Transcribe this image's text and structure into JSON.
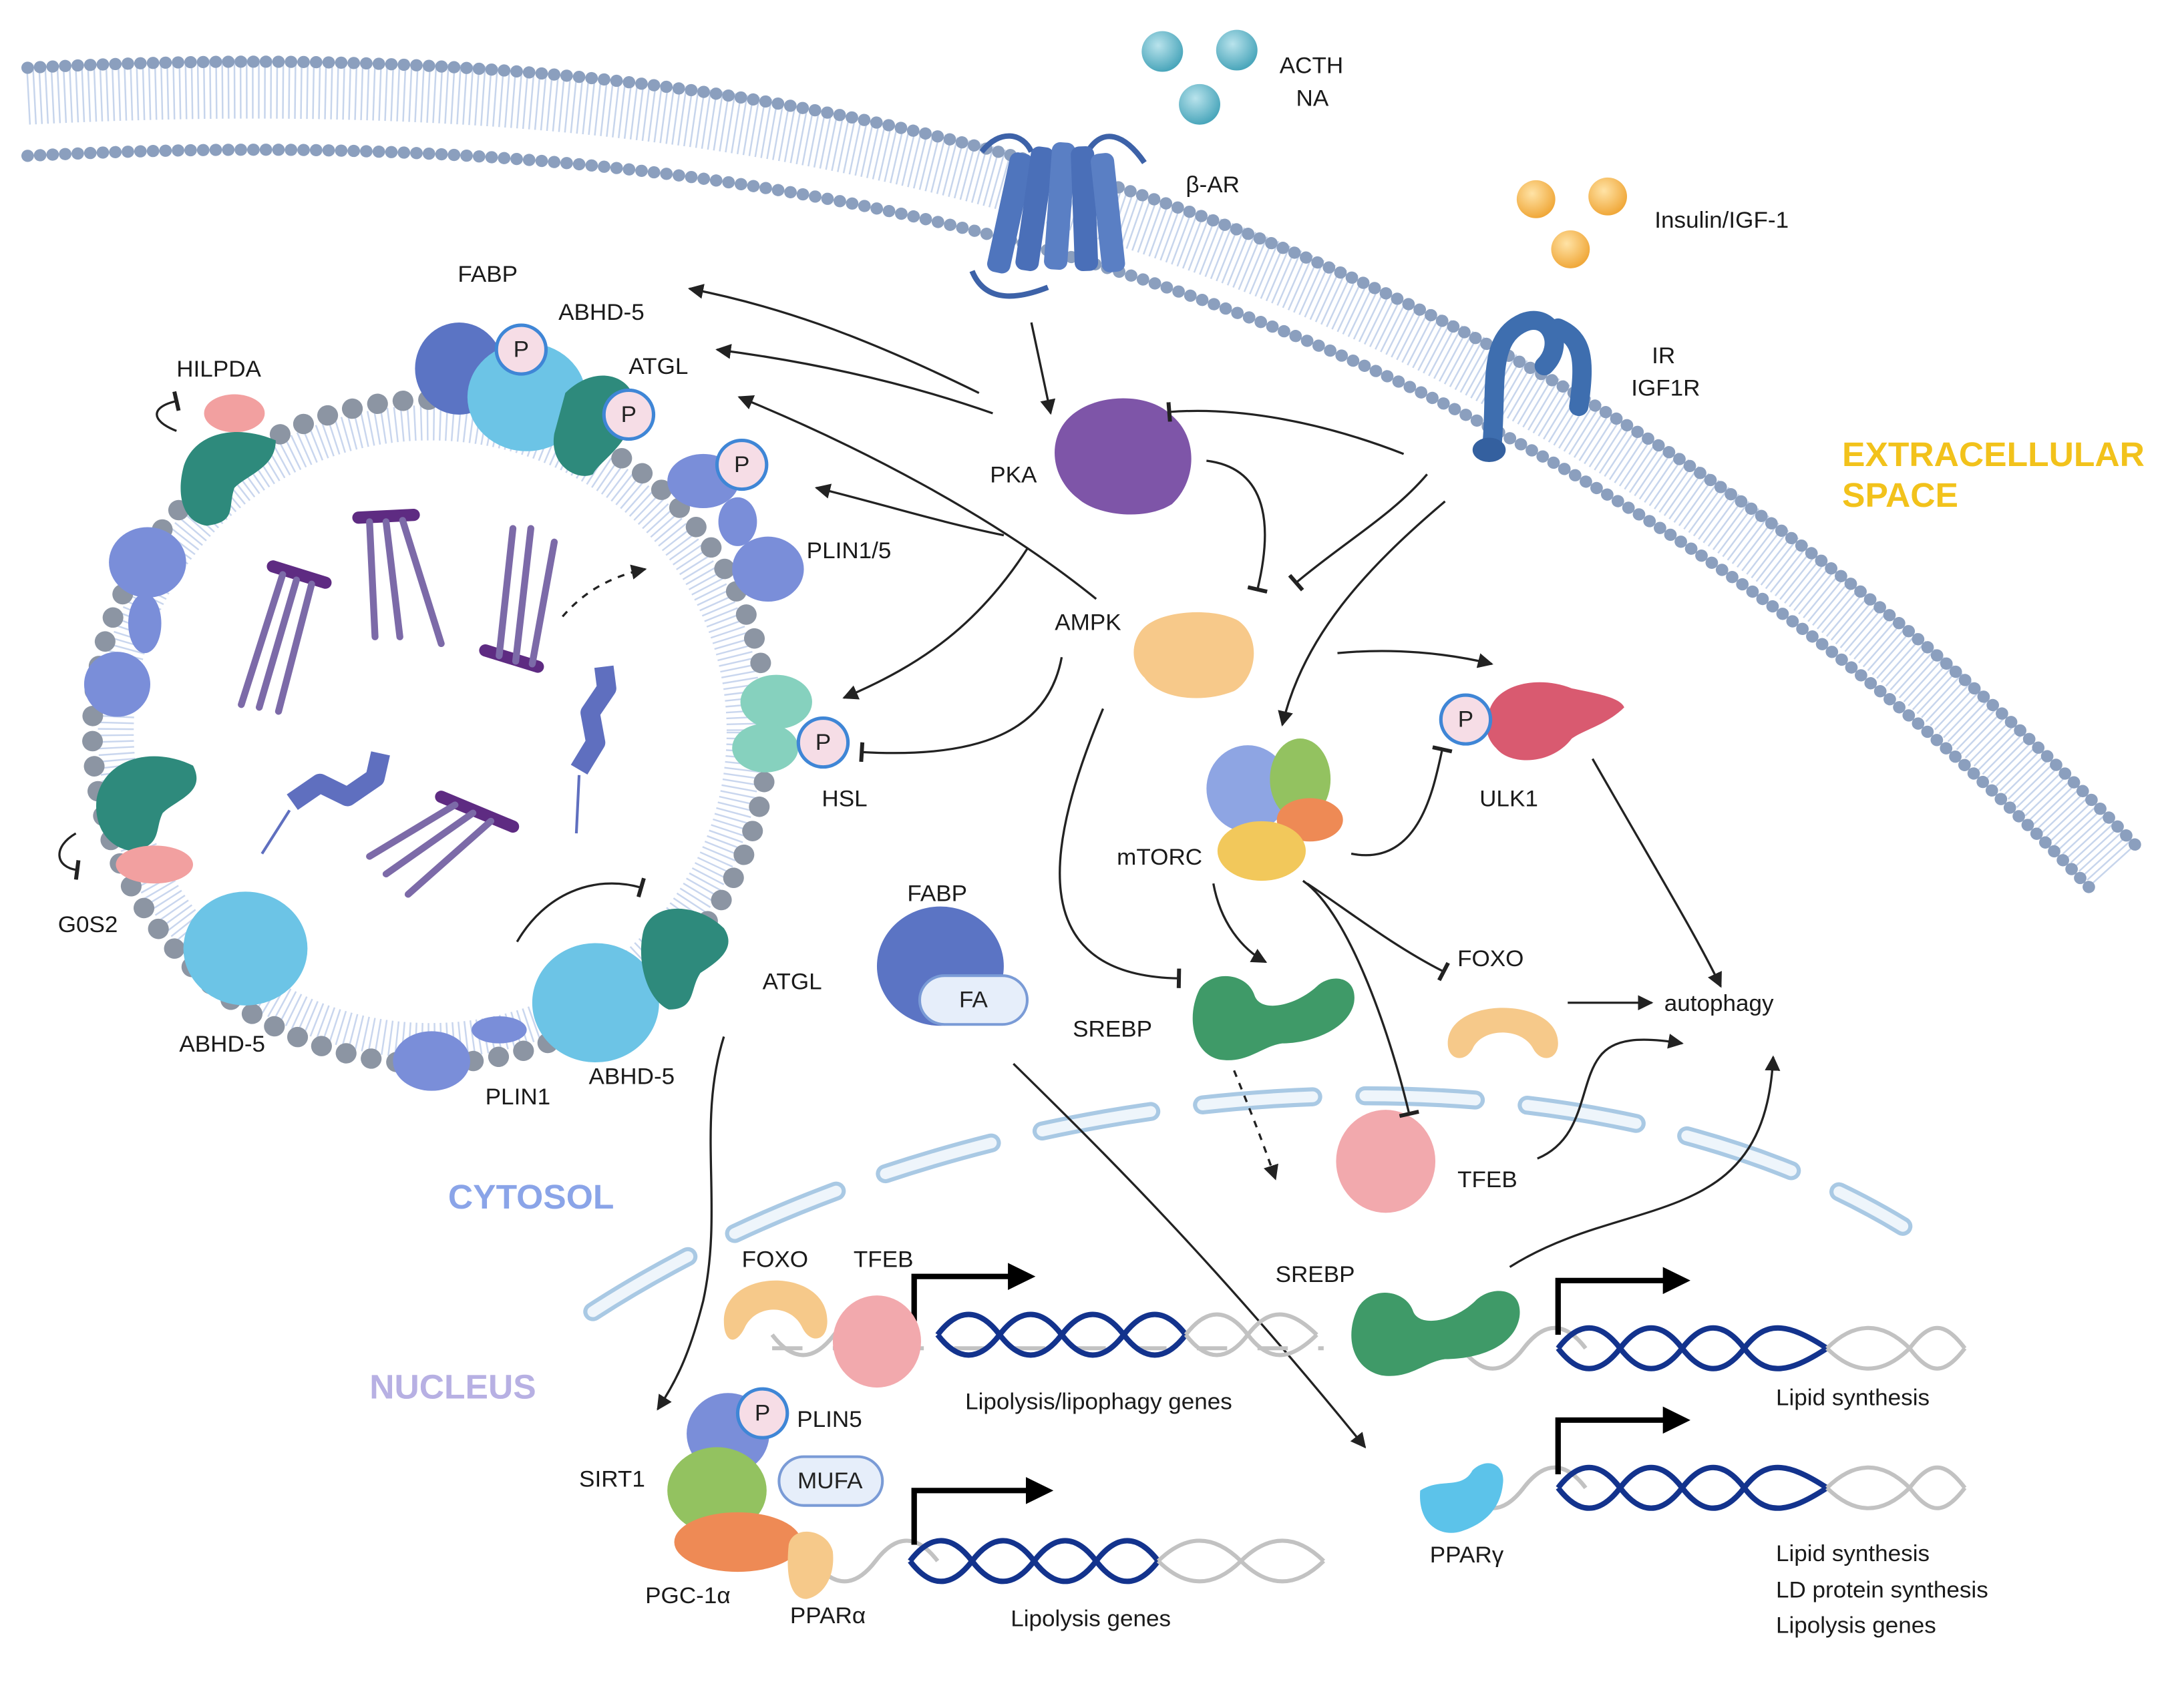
{
  "regions": {
    "extracellular_line1": "EXTRACELLULAR",
    "extracellular_line2": "SPACE",
    "cytosol": "CYTOSOL",
    "nucleus": "NUCLEUS"
  },
  "ligands": {
    "acth": "ACTH",
    "na": "NA",
    "insulin": "Insulin/IGF-1"
  },
  "receptors": {
    "beta_ar": "β-AR",
    "ir": "IR",
    "igf1r": "IGF1R"
  },
  "droplet": {
    "fabp": "FABP",
    "abhd5_top": "ABHD-5",
    "atgl_top": "ATGL",
    "hilpda": "HILPDA",
    "plin15": "PLIN1/5",
    "hsl": "HSL",
    "g0s2": "G0S2",
    "abhd5_left": "ABHD-5",
    "plin1": "PLIN1",
    "abhd5_bottom": "ABHD-5",
    "atgl_bottom": "ATGL"
  },
  "kinases": {
    "pka": "PKA",
    "ampk": "AMPK",
    "mtorc": "mTORC",
    "ulk1": "ULK1"
  },
  "cytosol_factors": {
    "fabp": "FABP",
    "fa": "FA",
    "srebp": "SREBP",
    "foxo": "FOXO",
    "tfeb": "TFEB",
    "autophagy": "autophagy"
  },
  "phospho": "P",
  "nuclear": {
    "foxo": "FOXO",
    "tfeb": "TFEB",
    "lipolysis_lipophagy_genes": "Lipolysis/lipophagy genes",
    "plin5": "PLIN5",
    "mufa": "MUFA",
    "sirt1": "SIRT1",
    "pgc1a": "PGC-1α",
    "ppara": "PPARα",
    "lipolysis_genes": "Lipolysis genes",
    "srebp": "SREBP",
    "lipid_synthesis": "Lipid synthesis",
    "ppary": "PPARγ",
    "ppary_targets": [
      "Lipid synthesis",
      "LD protein synthesis",
      "Lipolysis genes"
    ]
  },
  "colors": {
    "region_extracellular": "#f2c21b",
    "region_cytosol": "#8aa4e8",
    "region_nucleus": "#b7b0e3",
    "membrane_head": "#8b9fbe",
    "membrane_tail": "#b9c8e4",
    "pka": "#7e55a8",
    "ampk": "#f7c98a",
    "mtorc_blue": "#8ea5e3",
    "mtorc_green": "#93c260",
    "mtorc_orange": "#ee8a55",
    "mtorc_yellow": "#f2c85b",
    "ulk1": "#d95a70",
    "srebp": "#3f9a68",
    "foxo": "#f6c98a",
    "tfeb": "#f2a9ad",
    "atgl": "#2e8a7c",
    "abhd5": "#6cc4e6",
    "plin": "#7a8ed9",
    "hsl": "#86d1be",
    "hilpda": "#f2a0a0",
    "phospho_fill": "#f6dde6",
    "phospho_ring": "#3f86d6",
    "dna_blue": "#13338d",
    "dna_grey": "#c2c2c2",
    "ppary": "#5cc3ea",
    "fatty_acid": "#7c6aa8",
    "droplet_heads": "#8c95a3"
  }
}
